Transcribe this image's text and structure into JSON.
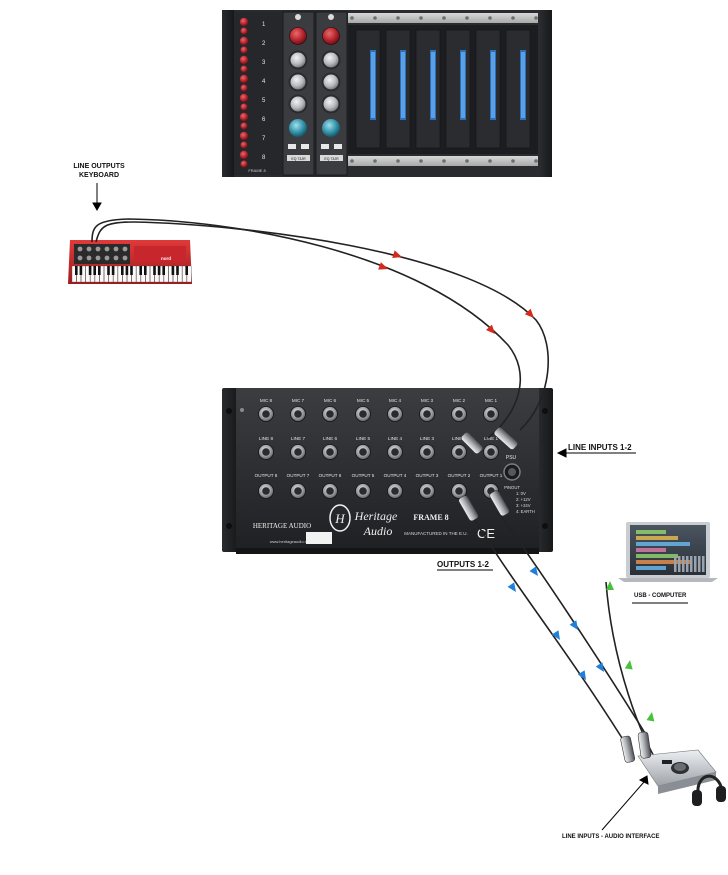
{
  "labels": {
    "keyboard": "LINE OUTPUTS\nKEYBOARD",
    "line_inputs": "LINE INPUTS 1-2",
    "outputs": "OUTPUTS 1-2",
    "usb": "USB - COMPUTER",
    "interface": "LINE INPUTS - AUDIO INTERFACE"
  },
  "rack_unit": {
    "brand": "HERITAGE AUDIO",
    "logo_line1": "Heritage",
    "logo_line2": "Audio",
    "model": "FRAME 8",
    "manufactured": "MANUFACTURED IN THE E.U.",
    "website": "www.heritageaudio.net",
    "mic_labels": [
      "MIC 8",
      "MIC 7",
      "MIC 6",
      "MIC 5",
      "MIC 4",
      "MIC 3",
      "MIC 2",
      "MIC 1"
    ],
    "line_labels": [
      "LINE 8",
      "LINE 7",
      "LINE 6",
      "LINE 5",
      "LINE 4",
      "LINE 3",
      "LINE 2",
      "LINE 1"
    ],
    "output_labels": [
      "OUTPUT 8",
      "OUTPUT 7",
      "OUTPUT 6",
      "OUTPUT 5",
      "OUTPUT 4",
      "OUTPUT 3",
      "OUTPUT 2",
      "OUTPUT 1"
    ],
    "psu": "PSU",
    "pinout": [
      "PINOUT",
      "1: 0V",
      "2: +12V",
      "3: +24V",
      "4: EARTH"
    ],
    "ce": "CE"
  },
  "front_rack": {
    "slot_numbers": [
      "1",
      "2",
      "3",
      "4",
      "5",
      "6",
      "7",
      "8"
    ],
    "frame_label": "FRAME 8",
    "module_label": "EQ 73JR"
  },
  "keyboard": {
    "brand": "nord"
  },
  "colors": {
    "audio_in": "#d42a1c",
    "audio_out": "#1f7fd9",
    "usb": "#49c23b",
    "cable": "#222222"
  }
}
